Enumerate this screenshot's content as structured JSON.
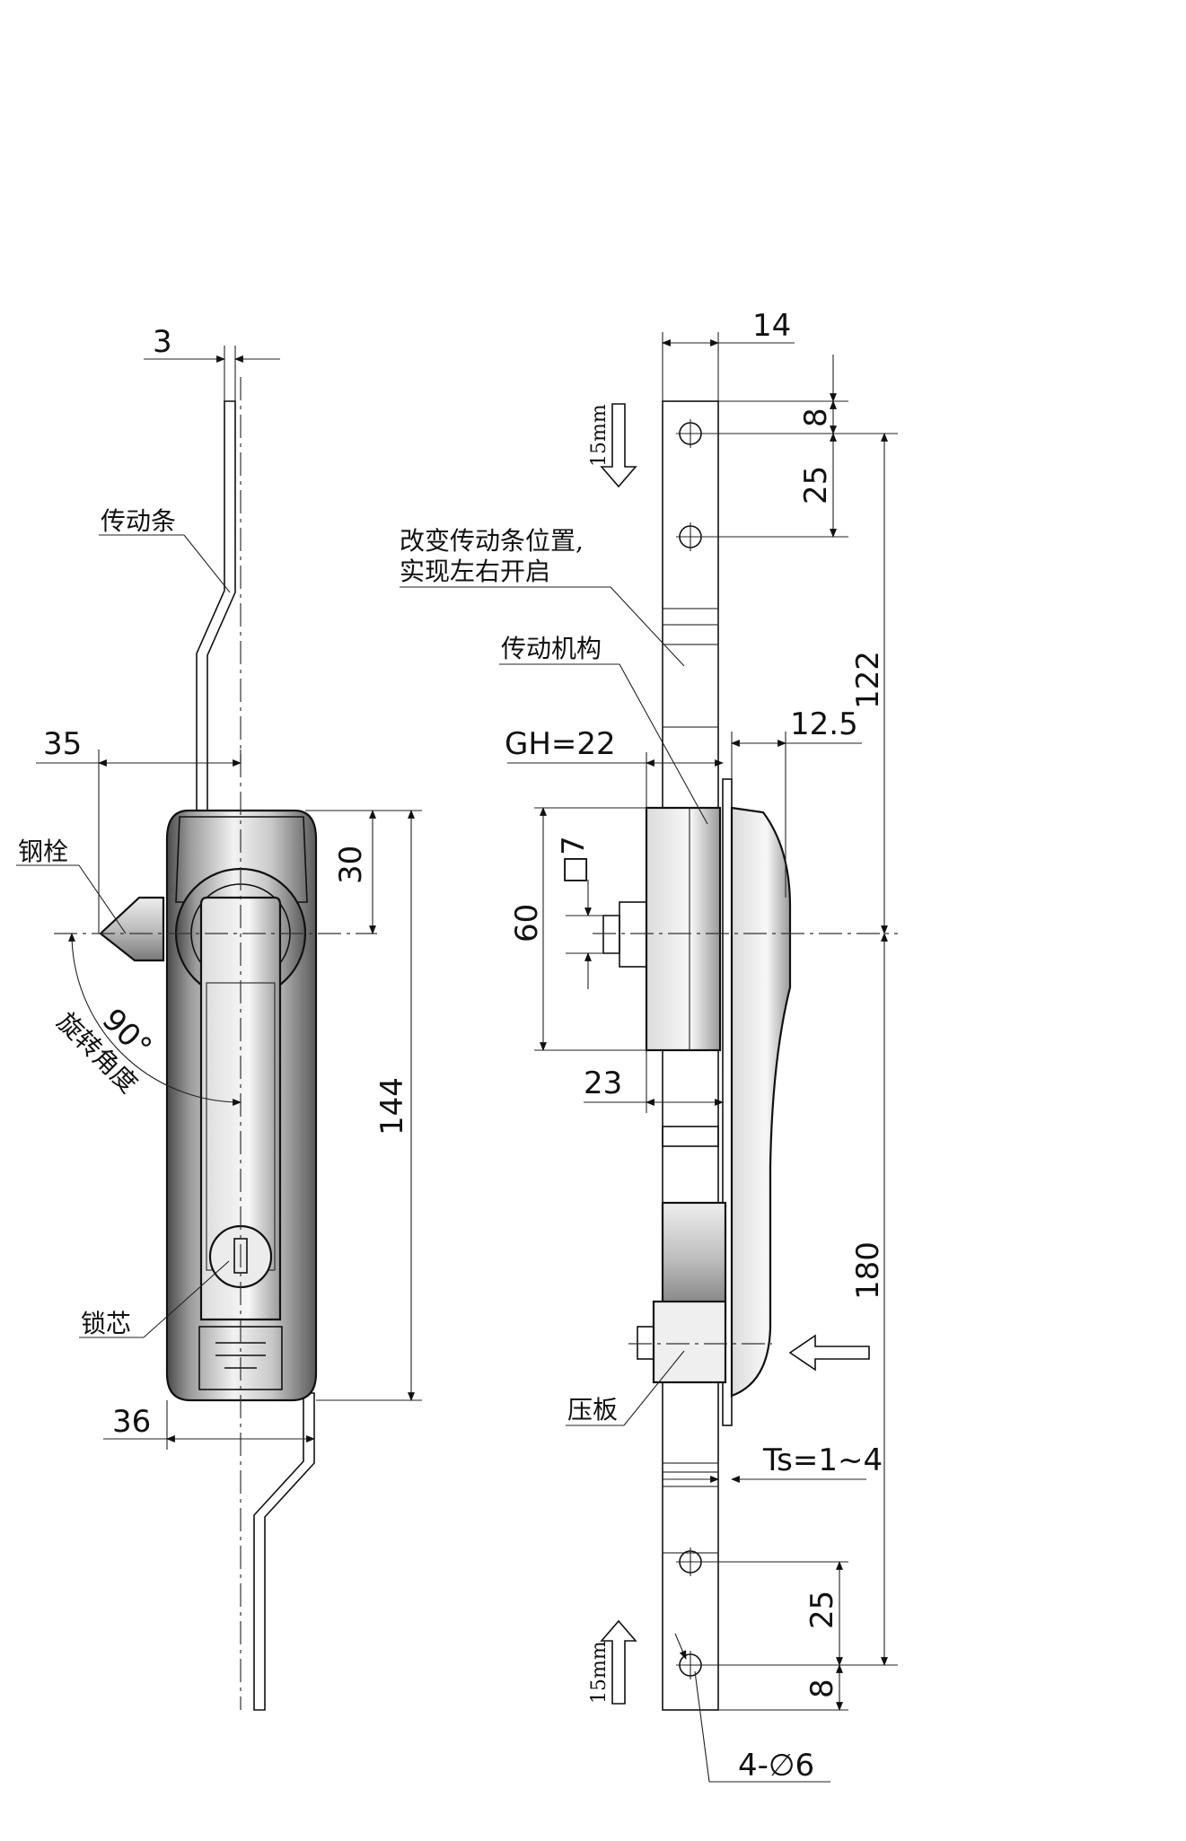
{
  "labels": {
    "drive_bar": "传动条",
    "steel_bolt": "钢栓",
    "rotation_angle": "旋转角度",
    "lock_cylinder": "锁芯",
    "change_position_line1": "改变传动条位置,",
    "change_position_line2": "实现左右开启",
    "drive_mechanism": "传动机构",
    "pressure_plate": "压板"
  },
  "dimensions": {
    "d3": "3",
    "d35": "35",
    "d30": "30",
    "d90": "90°",
    "d144": "144",
    "d36": "36",
    "d14": "14",
    "d8_top": "8",
    "d25_top": "25",
    "d122": "122",
    "d12_5": "12.5",
    "gh": "GH=22",
    "sq7": "□7",
    "d60": "60",
    "d23": "23",
    "d180": "180",
    "ts": "Ts=1~4",
    "d25_bottom": "25",
    "d8_bottom": "8",
    "holes": "4-∅6",
    "travel_top": "15mm",
    "travel_bottom": "15mm"
  }
}
